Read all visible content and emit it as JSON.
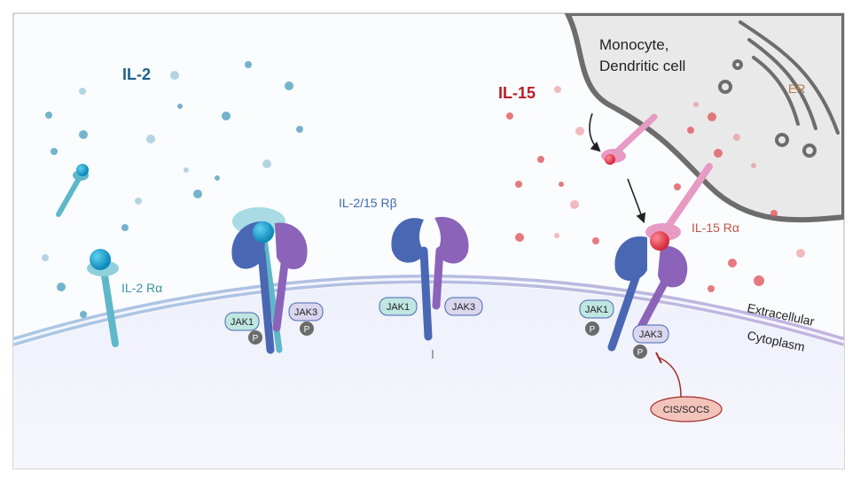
{
  "labels": {
    "il2": "IL-2",
    "il15": "IL-15",
    "monocyte_line1": "Monocyte,",
    "monocyte_line2": "Dendritic cell",
    "er": "ER",
    "il2_ra": "IL-2 Rα",
    "il2_15_rb": "IL-2/15 Rβ",
    "il15_ra": "IL-15 Rα",
    "extracellular": "Extracellular",
    "cytoplasm": "Cytoplasm",
    "jak1": "JAK1",
    "jak3": "JAK3",
    "phospho": "P",
    "cis_socs": "CIS/SOCS"
  },
  "colors": {
    "il2_text": "#1f5f8b",
    "il15_text": "#b81d24",
    "il2_dot": "#5aa6c4",
    "il15_dot": "#e0595e",
    "ra_teal": "#5fb8c9",
    "beta_blue": "#4a67b4",
    "gamma_purple": "#8b63b8",
    "il15ra_pink": "#e79ac4",
    "jak1_fill": "#bfe6e0",
    "jak3_fill": "#d9d6ee",
    "phospho_fill": "#6b6b6b",
    "cis_fill": "#f2c4bc",
    "cis_stroke": "#a52a2a",
    "membrane": "#a9b8d9",
    "cytoplasm_fill": "#eef0fb",
    "dc_fill": "#e9e9e9",
    "dc_stroke": "#6d6d6d"
  }
}
